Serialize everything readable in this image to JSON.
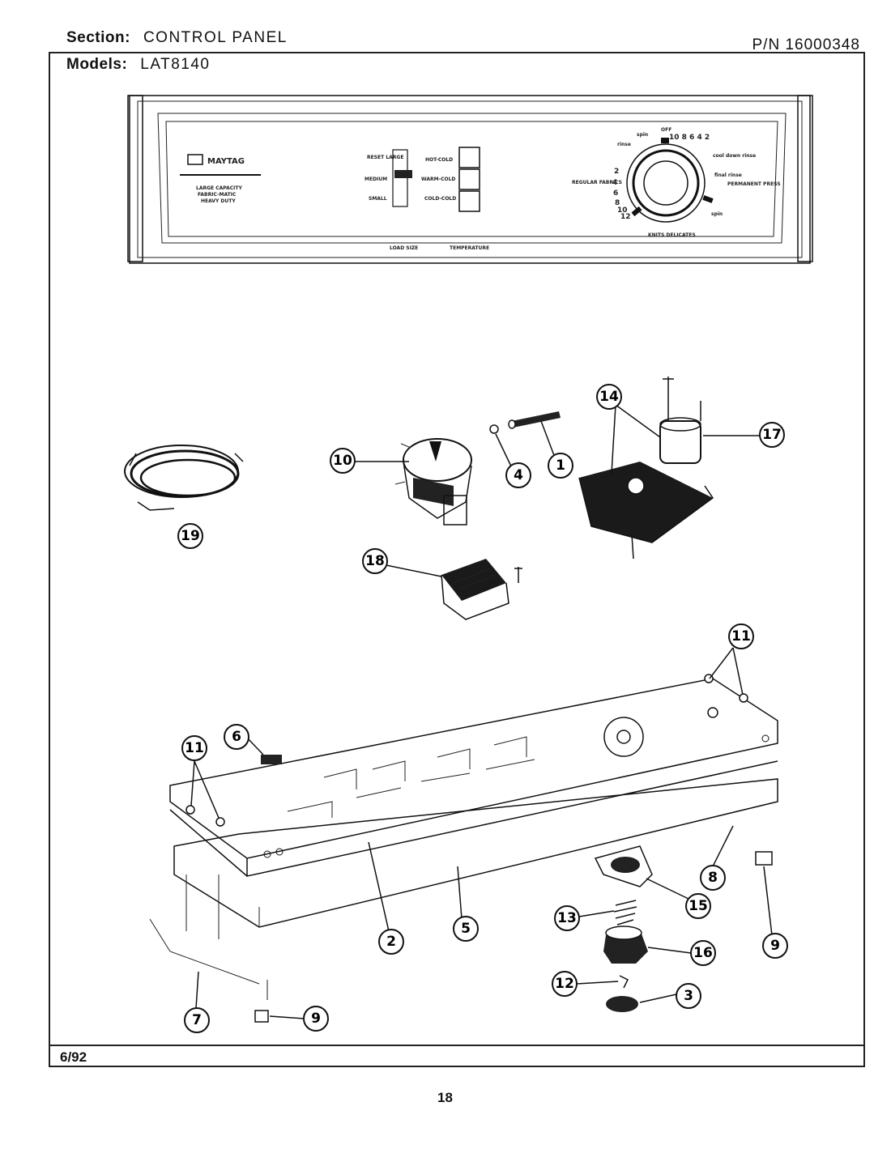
{
  "header": {
    "section_label": "Section:",
    "section_value": "CONTROL PANEL",
    "models_label": "Models:",
    "models_value": "LAT8140",
    "part_number": "P/N 16000348"
  },
  "footer": {
    "date": "6/92",
    "page_number": "18"
  },
  "panel_text": {
    "brand": "MAYTAG",
    "capacity_lines": [
      "LARGE CAPACITY",
      "FABRIC-MATIC",
      "HEAVY DUTY"
    ],
    "load_sizes": [
      "RESET LARGE",
      "MEDIUM",
      "SMALL"
    ],
    "temperatures": [
      "HOT-COLD",
      "WARM-COLD",
      "COLD-COLD"
    ],
    "load_size_label": "LOAD SIZE",
    "temperature_label": "TEMPERATURE",
    "regular_fabrics": "REGULAR FABRICS",
    "permanent_press": "PERMANENT PRESS",
    "delicates": "KNITS DELICATES",
    "dial_words": [
      "spin",
      "rinse",
      "OFF",
      "cool down rinse",
      "final rinse",
      "spin"
    ],
    "dial_numbers_top": "10 8 6 4 2",
    "dial_numbers_left": [
      "2",
      "4",
      "6",
      "8",
      "10",
      "12"
    ]
  },
  "callouts": [
    "14",
    "17",
    "10",
    "4",
    "1",
    "19",
    "18",
    "11",
    "6",
    "11",
    "2",
    "5",
    "8",
    "15",
    "13",
    "16",
    "9",
    "9",
    "7",
    "12",
    "3"
  ]
}
